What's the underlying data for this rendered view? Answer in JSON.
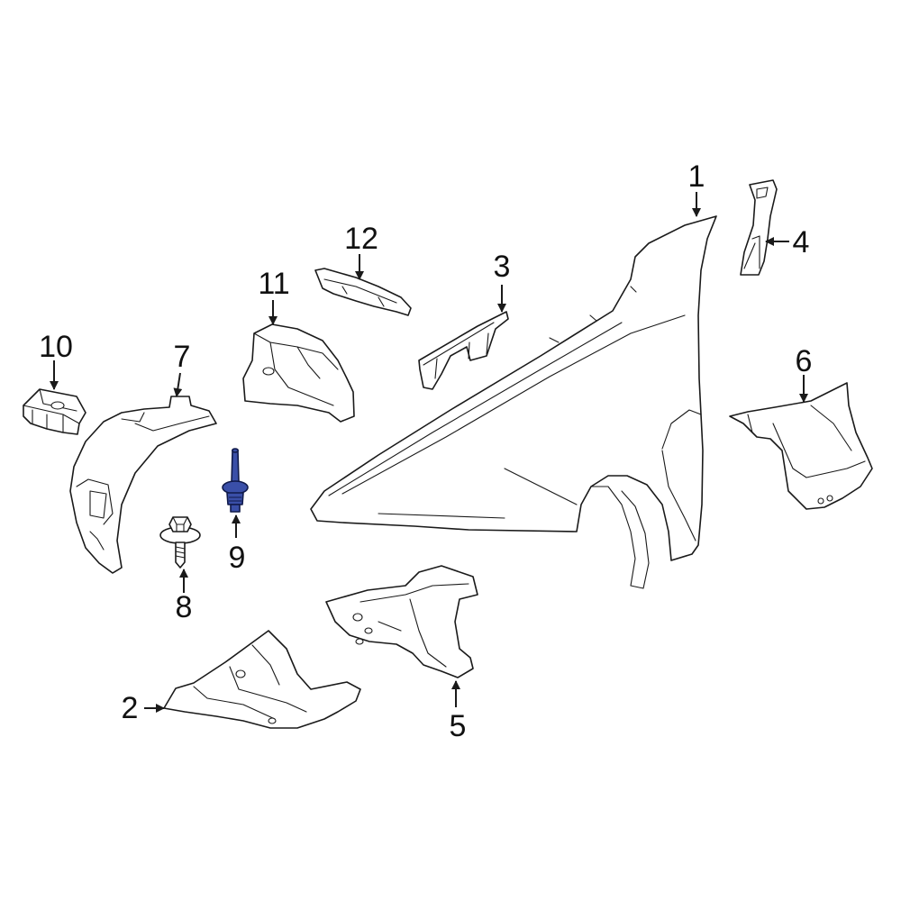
{
  "diagram": {
    "highlight_color": "#3a4fa8",
    "line_color": "#1a1a1a",
    "callouts": {
      "c1": "1",
      "c2": "2",
      "c3": "3",
      "c4": "4",
      "c5": "5",
      "c6": "6",
      "c7": "7",
      "c8": "8",
      "c9": "9",
      "c10": "10",
      "c11": "11",
      "c12": "12"
    },
    "highlighted_callout": "9"
  }
}
